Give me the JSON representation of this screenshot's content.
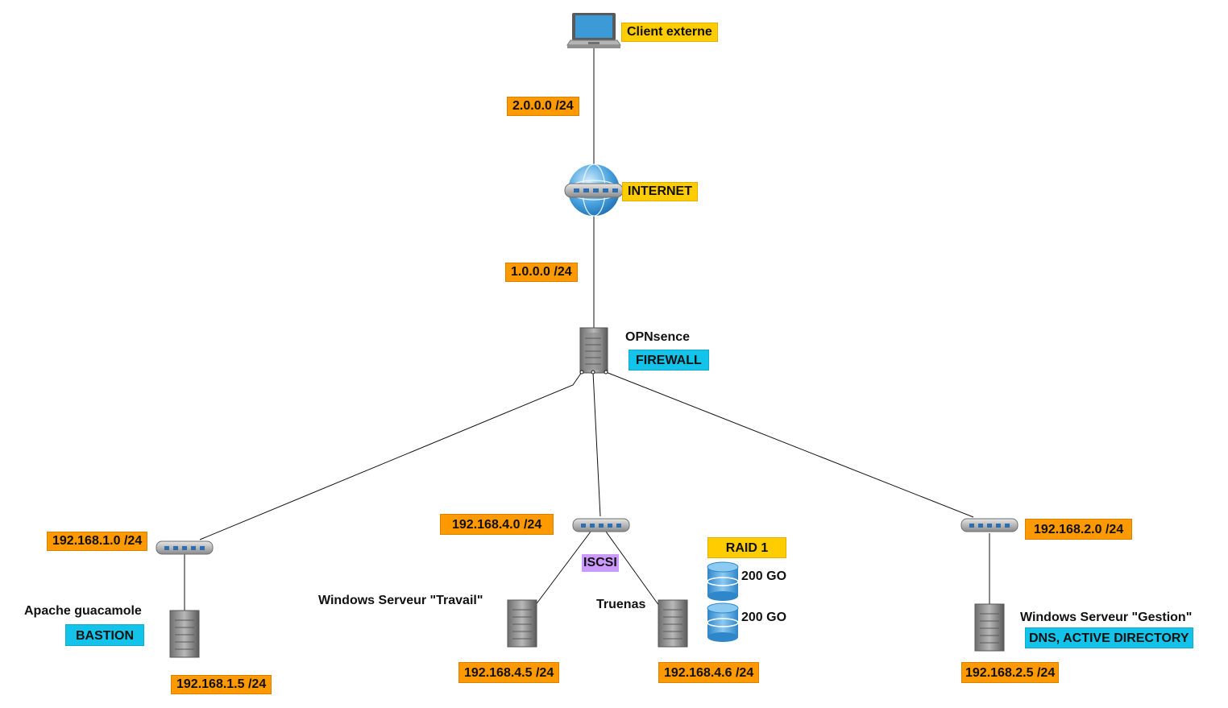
{
  "client": {
    "name": "Client externe",
    "wan_subnet": "2.0.0.0 /24"
  },
  "internet": {
    "name": "INTERNET",
    "subnet": "1.0.0.0 /24"
  },
  "firewall": {
    "name": "OPNsence",
    "role": "FIREWALL"
  },
  "lan1": {
    "subnet": "192.168.1.0 /24",
    "server_name": "Apache guacamole",
    "server_role": "BASTION",
    "server_ip": "192.168.1.5 /24"
  },
  "lan4": {
    "subnet": "192.168.4.0 /24",
    "protocol": "ISCSI",
    "travail": {
      "name": "Windows Serveur \"Travail\"",
      "ip": "192.168.4.5 /24"
    },
    "truenas": {
      "name": "Truenas",
      "ip": "192.168.4.6 /24"
    },
    "raid": {
      "label": "RAID 1",
      "disks": [
        "200 GO",
        "200 GO"
      ]
    }
  },
  "lan2": {
    "subnet": "192.168.2.0 /24",
    "server_name": "Windows Serveur \"Gestion\"",
    "server_role": "DNS, ACTIVE DIRECTORY",
    "server_ip": "192.168.2.5 /24"
  },
  "colors": {
    "subnet_label": "#ff9900",
    "device_label": "#ffcc00",
    "role_label": "#14c3ea",
    "protocol_label": "#cc99ff",
    "disk": "#4aa3df"
  }
}
